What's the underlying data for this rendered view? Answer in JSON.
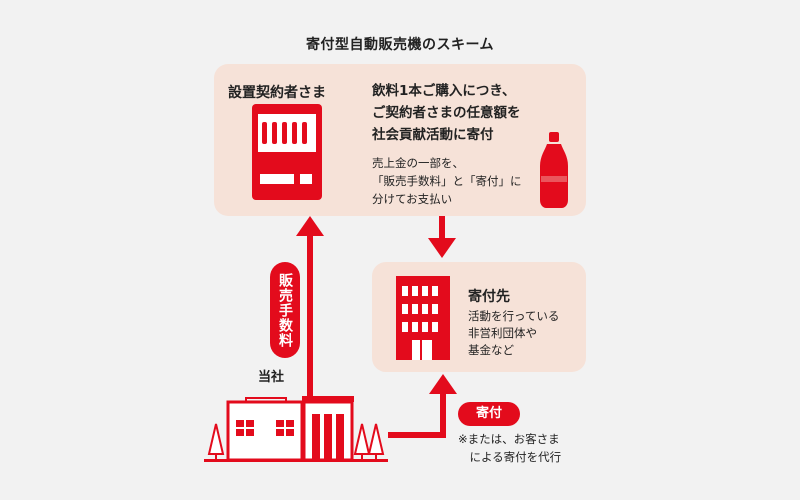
{
  "title": "寄付型自動販売機のスキーム",
  "contractor": {
    "label": "設置契約者さま",
    "message_lines": [
      "飲料1本ご購入につき、",
      "ご契約者さまの任意額を",
      "社会貢献活動に寄付"
    ],
    "sub_lines": [
      "売上金の一部を、",
      "「販売手数料」と「寄付」に",
      "分けてお支払い"
    ]
  },
  "recipient": {
    "title": "寄付先",
    "desc_lines": [
      "活動を行っている",
      "非営利団体や",
      "基金など"
    ]
  },
  "company": {
    "label": "当社"
  },
  "flows": {
    "commission": "販売手数料",
    "donation": "寄付",
    "note_lines": [
      "※または、お客さま",
      "　による寄付を代行"
    ]
  },
  "colors": {
    "accent": "#e30b1c",
    "box": "#f6e2d8",
    "background": "#f2f2f2"
  },
  "icons": [
    "vending-machine-icon",
    "bottle-icon",
    "building-icon",
    "company-buildings-icon",
    "tree-icon"
  ]
}
